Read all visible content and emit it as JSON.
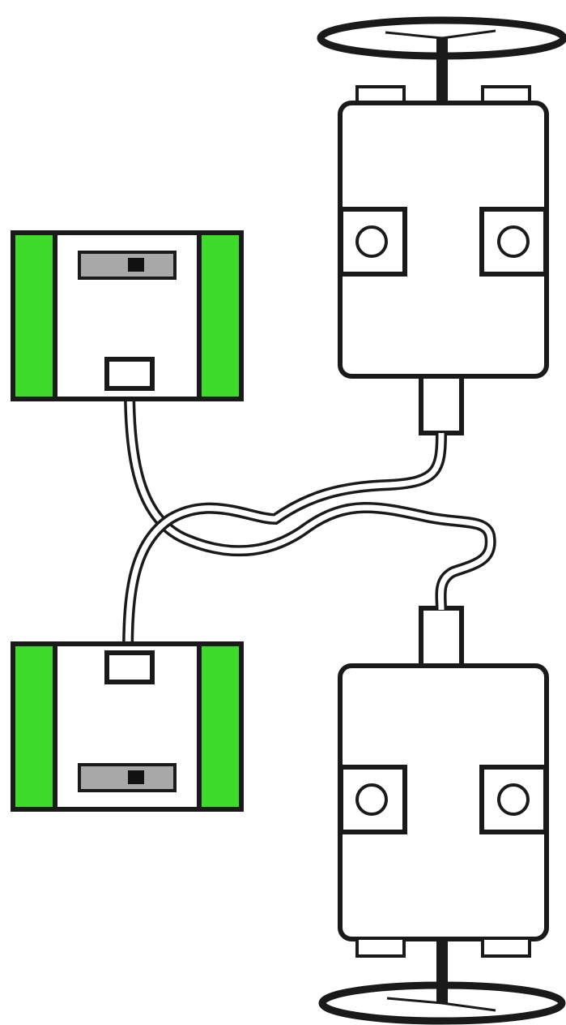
{
  "colors": {
    "outline": "#1a1a1a",
    "body_fill": "#ffffff",
    "battery_side_green": "#3ddc2a",
    "switch_track": "#a8a8a8",
    "switch_knob": "#111111"
  },
  "components": {
    "battery_boxes": [
      {
        "name": "battery-box-top",
        "switch": "on-off-switch",
        "icon": "battery-box-icon"
      },
      {
        "name": "battery-box-bottom",
        "switch": "on-off-switch",
        "icon": "battery-box-icon"
      }
    ],
    "motors": [
      {
        "name": "motor-top",
        "propeller": "propeller-icon"
      },
      {
        "name": "motor-bottom",
        "propeller": "propeller-icon"
      }
    ],
    "cables": [
      "cable-battery-top-to-motor-bottom",
      "cable-battery-bottom-to-motor-top"
    ]
  }
}
